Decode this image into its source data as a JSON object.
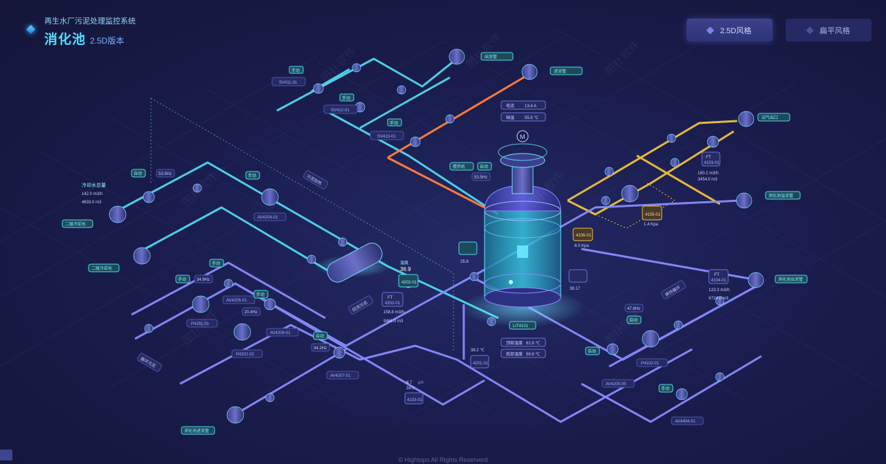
{
  "header": {
    "subtitle": "再生水厂污泥处理监控系统",
    "title": "消化池",
    "version": "2.5D版本"
  },
  "style_toggle": [
    {
      "label": "2.5D风格",
      "active": true
    },
    {
      "label": "扁平风格",
      "active": false
    }
  ],
  "watermark": {
    "cn": "图扑软件",
    "en": "Hightopo"
  },
  "footer": "© Hightopo All Rights Reserverd",
  "colors": {
    "cyan": "#4fd8ee",
    "purple": "#8a8cff",
    "orange": "#ff7a3a",
    "yellow": "#f0c23a"
  },
  "tags": {
    "sv411": "SV411-01",
    "sv412": "SV412-01",
    "sv413": "SV413-01",
    "manual": "手动",
    "auto": "自动",
    "freq_hz": "53.5Hz",
    "coolant_label": "冷却水总量",
    "flow1": "142.0 m3/h",
    "total1": "4633.0 m3",
    "av4204": "AV4204-01",
    "sludge_heat": "污泥加热",
    "secondary_in": "二级冷却水",
    "secondary_out": "二级冷却水",
    "biogas_out": "沼气出口",
    "sludge_out": "出泥管",
    "sludge_in": "进泥管",
    "current_label": "电流",
    "current_value": "13.4 A",
    "bearing_label": "轴温",
    "bearing_value": "55.5 ℃",
    "mixer_label": "搅拌机",
    "mixer_freq": "53.5Hz",
    "gas_out": "沼气出口",
    "ft": "FT",
    "ft4103": "4103-01",
    "flow3": "160.2 m3/h",
    "total3": "3454.0 m3",
    "pt4105": "4105-01",
    "pt_value": "1.4 Kpa",
    "pt4106": "4106-01",
    "pt_value2": "6.0 Kpa",
    "temp": "温度",
    "temp_value": "36.9",
    "tt4202": "4202-01",
    "ft4202": "4202-01",
    "flow2": "158.8 m3/h",
    "total2": "9461.0 m3",
    "level_25": "25.8",
    "level_38": "38.17",
    "hz_30": "34.9Hz",
    "hz_20": "20.4Hz",
    "av4205": "AV4205-01",
    "av4206": "AV4206-01",
    "p4201": "P4201-01",
    "p4202": "P4202-02",
    "circ_sludge": "循环污泥",
    "return_sludge": "回流污泥",
    "top_temp_label": "顶部温度",
    "top_temp_value": "62.8 ℃",
    "bottom_temp_label": "底部温度",
    "bottom_temp_value": "59.8 ℃",
    "lit4101": "LIT4101",
    "temp_38": "38.2 ℃",
    "tt4201": "4201-01",
    "ph_value": "8.7",
    "ph_unit": "pH",
    "temp_34": "34.0",
    "ph_tag": "4103-01",
    "av4207": "AV4207-01",
    "hz_34": "34.2Hz",
    "ft4104": "4104-01",
    "flow4": "123.3 m3/h",
    "total4": "6724.0 m3",
    "hz_47": "47.6Hz",
    "p4102": "P4102-01",
    "av4205b": "AV4205-05",
    "av4404": "AV4404-01",
    "digest_out": "消化池出泥管",
    "sludge_in2": "消化池进泥管",
    "overflow": "消化池溢流管",
    "heat_ex": "换热循环"
  }
}
